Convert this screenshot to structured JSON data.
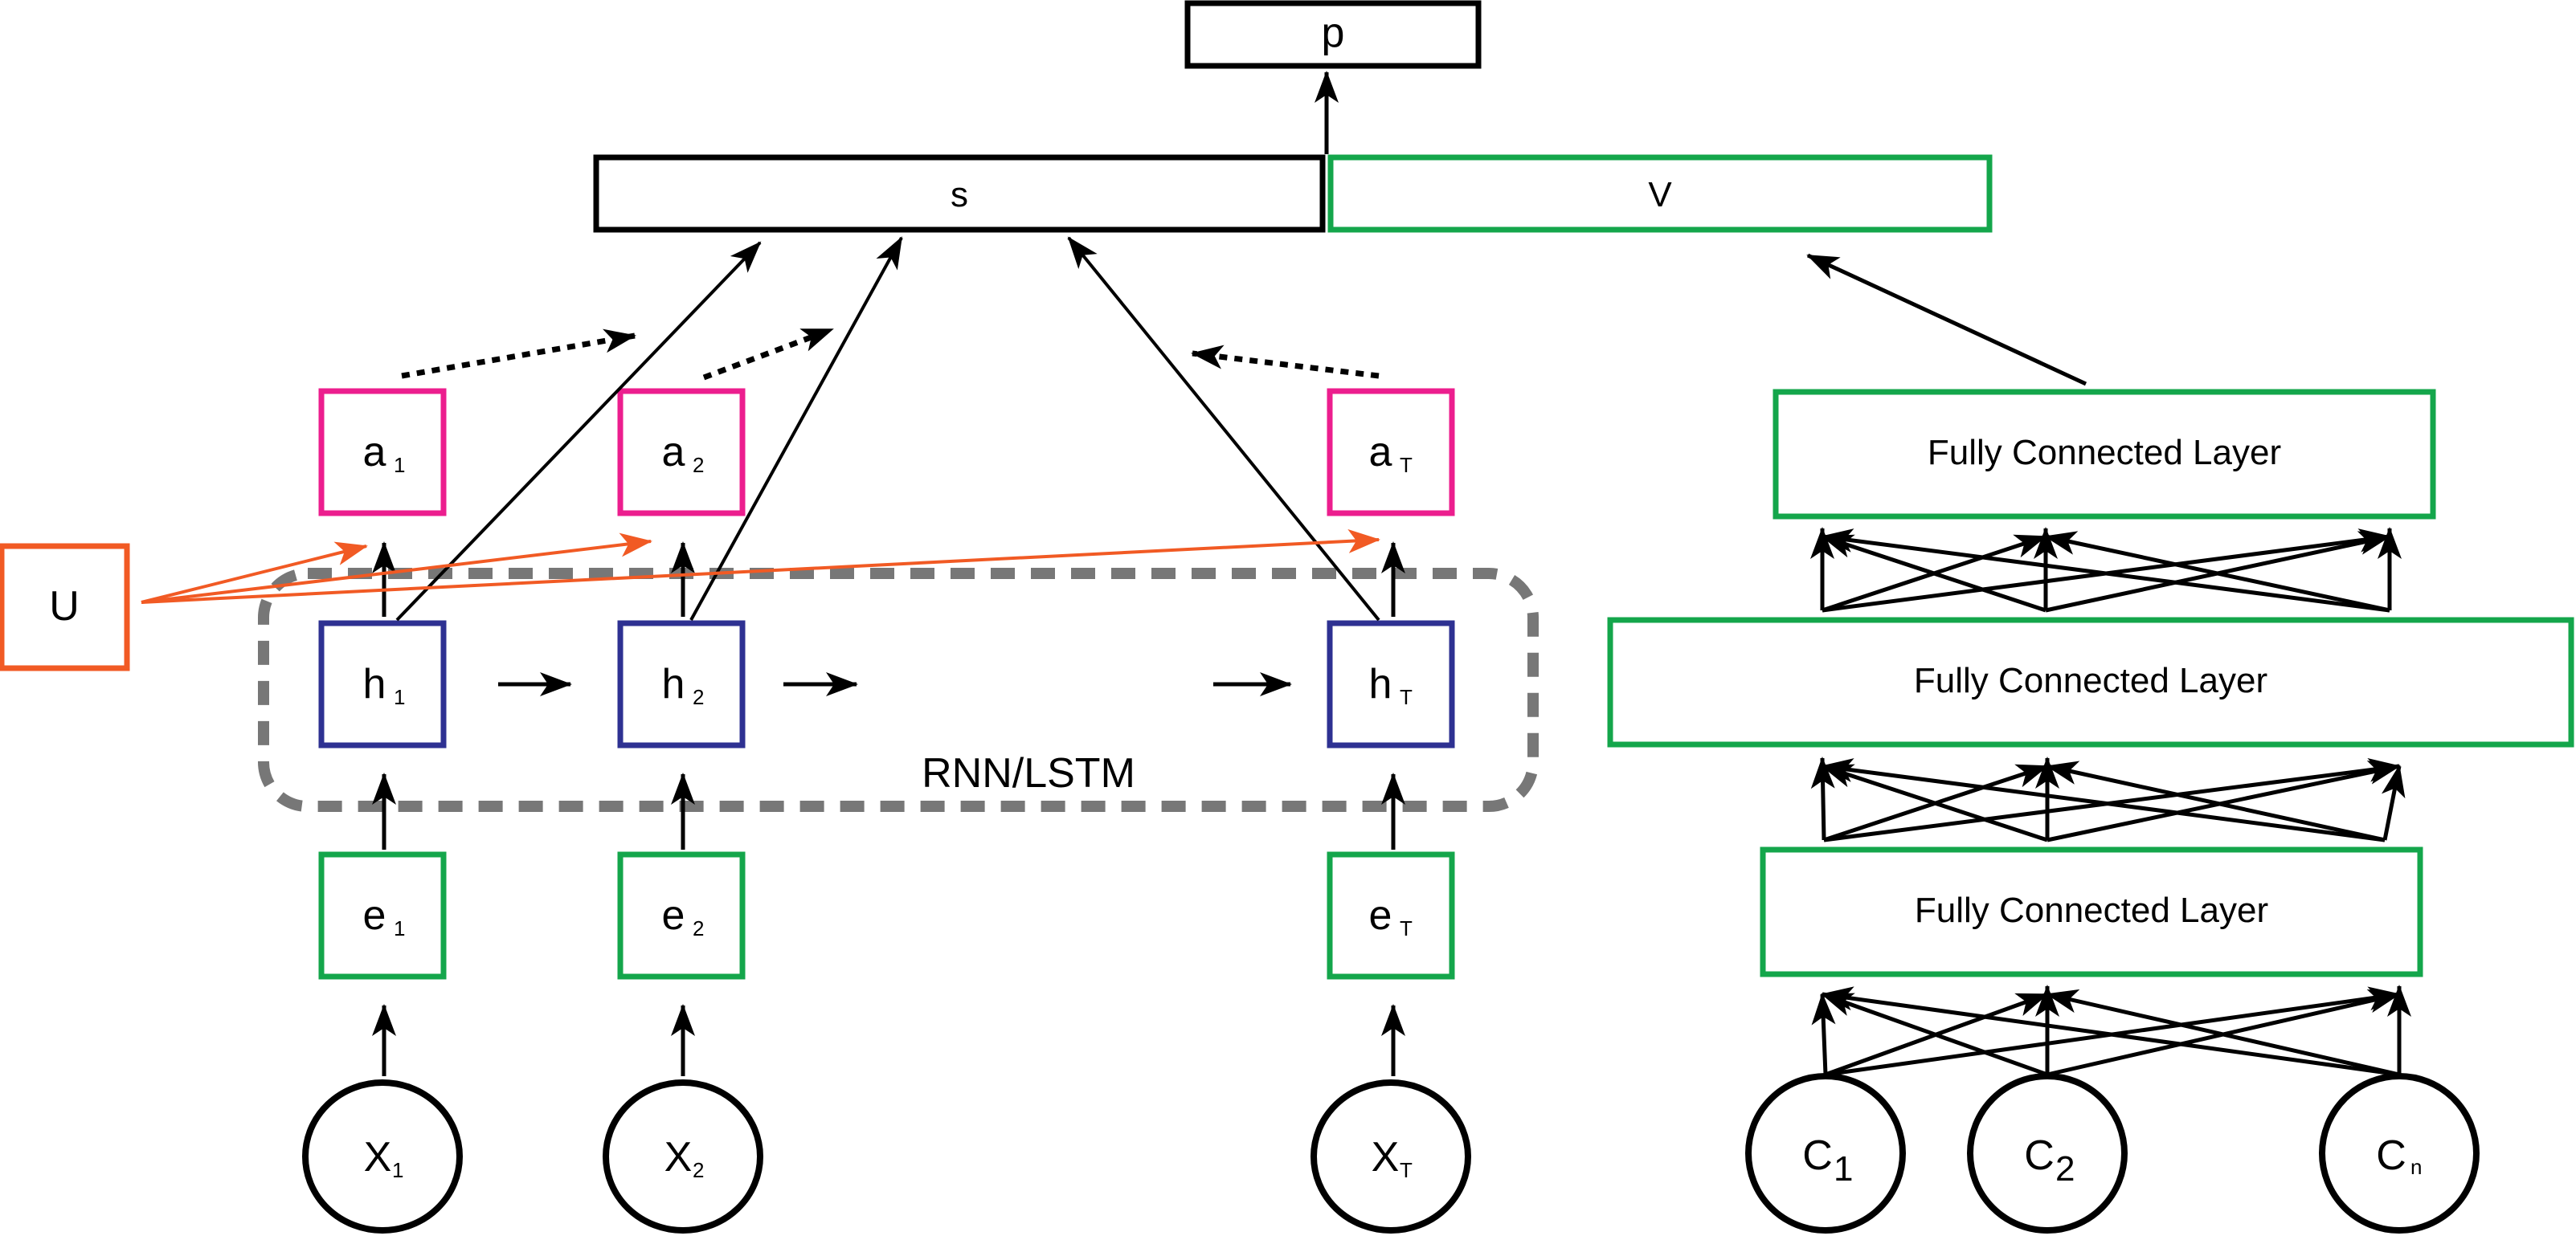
{
  "colors": {
    "black": "#000000",
    "green": "#14a64b",
    "magenta": "#ec1e8e",
    "blue": "#2e3192",
    "orange": "#f15a24",
    "gray": "#777777"
  },
  "output": {
    "p": "p",
    "s": "s",
    "v": "V"
  },
  "rnn_label": "RNN/LSTM",
  "u_label": "U",
  "steps": [
    {
      "a": "a",
      "h": "h",
      "e": "e",
      "x": "X",
      "sub": "1"
    },
    {
      "a": "a",
      "h": "h",
      "e": "e",
      "x": "X",
      "sub": "2"
    },
    {
      "a": "a",
      "h": "h",
      "e": "e",
      "x": "X",
      "sub": "T"
    }
  ],
  "fc_layers": [
    "Fully Connected Layer",
    "Fully Connected Layer",
    "Fully Connected Layer"
  ],
  "context": [
    {
      "c": "C",
      "sub": "1"
    },
    {
      "c": "C",
      "sub": "2"
    },
    {
      "c": "C",
      "sub": "n"
    }
  ]
}
